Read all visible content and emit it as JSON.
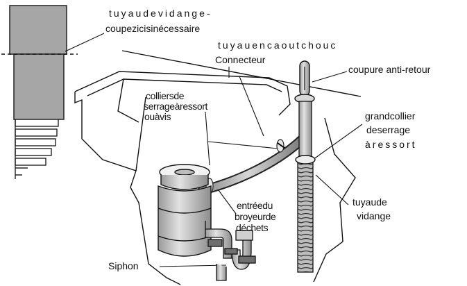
{
  "diagram": {
    "labels": {
      "hose_cut_1": "tuyaudevidange-",
      "hose_cut_2": "coupezicisinécessaire",
      "rubber_hose": "tuyauencaoutchouc",
      "connector": "Connecteur",
      "anti_siphon": "coupure anti-retour",
      "clamps_1": "colliersde",
      "clamps_2": "serrageàressort",
      "clamps_3": "ouàvis",
      "big_clamp_1": "grandcollier",
      "big_clamp_2": "deserrage",
      "big_clamp_3": "àressort",
      "drain_hose_1": "tuyaude",
      "drain_hose_2": "vidange",
      "disposer_inlet_1": "entréedu",
      "disposer_inlet_2": "broyeurde",
      "disposer_inlet_3": "déchets",
      "trap": "Siphon"
    }
  }
}
